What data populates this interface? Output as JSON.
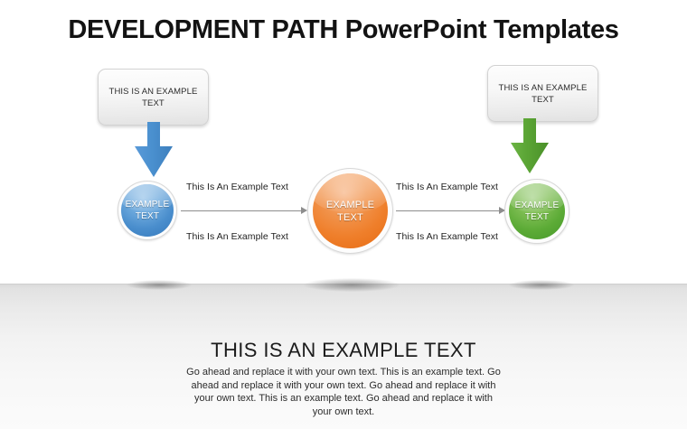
{
  "slide": {
    "title": "DEVELOPMENT PATH PowerPoint Templates",
    "background_color": "#ffffff",
    "floor_color": "#e2e2e2"
  },
  "callouts": [
    {
      "id": "left",
      "text": "THIS IS AN EXAMPLE TEXT",
      "arrow_icon": "down-arrow-icon",
      "arrow_color": "#4a90cf"
    },
    {
      "id": "right",
      "text": "THIS IS AN EXAMPLE TEXT",
      "arrow_icon": "down-arrow-icon",
      "arrow_color": "#5aa434"
    }
  ],
  "nodes": [
    {
      "id": "node-1",
      "line1": "EXAMPLE",
      "line2": "TEXT",
      "color": "#4a8ecd"
    },
    {
      "id": "node-2",
      "line1": "EXAMPLE",
      "line2": "TEXT",
      "color": "#ef7f2b"
    },
    {
      "id": "node-3",
      "line1": "EXAMPLE",
      "line2": "TEXT",
      "color": "#5cab36"
    }
  ],
  "connectors": [
    {
      "id": "conn-1",
      "label_above": "This Is An Example Text",
      "label_below": "This Is An Example Text",
      "arrow_icon": "right-arrow-icon",
      "color": "#8d8d8d"
    },
    {
      "id": "conn-2",
      "label_above": "This Is An Example Text",
      "label_below": "This Is An Example Text",
      "arrow_icon": "right-arrow-icon",
      "color": "#8d8d8d"
    }
  ],
  "bottom": {
    "heading": "THIS IS AN EXAMPLE TEXT",
    "body": "Go ahead and replace it with your own text. This is an example text. Go ahead and replace it with your own text. Go ahead and replace it with your own text. This is an example text. Go ahead and replace it with your own text."
  }
}
